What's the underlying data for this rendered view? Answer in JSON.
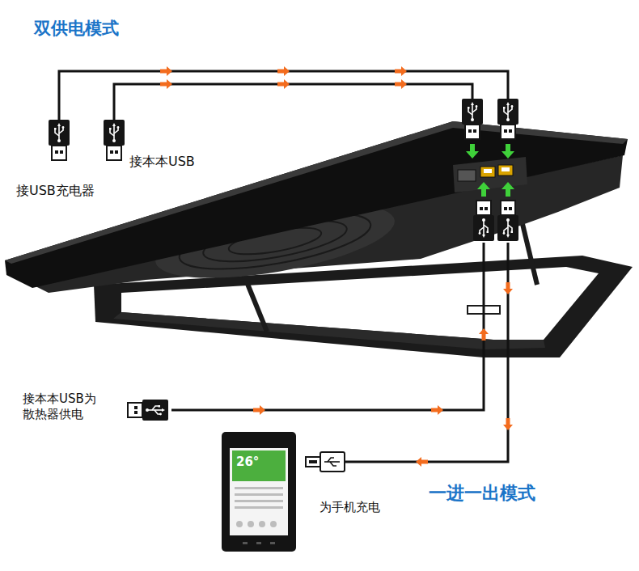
{
  "diagram": {
    "title": "双供电模式",
    "labels": [
      "接USB充电器",
      "接本本USB",
      "接本本USB为 散热器供电",
      "为手机充电",
      "一进一出模式",
      "26°"
    ]
  }
}
